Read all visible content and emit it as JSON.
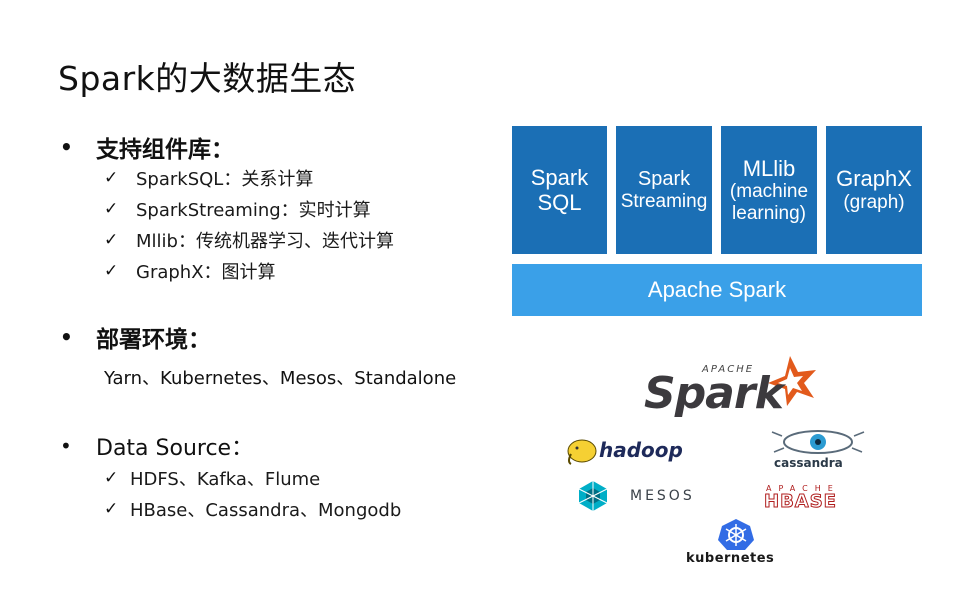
{
  "title": "Spark的大数据生态",
  "sections": {
    "components": {
      "bullet": "•",
      "heading": "支持组件库：",
      "items": [
        "SparkSQL：关系计算",
        "SparkStreaming：实时计算",
        "Mllib：传统机器学习、迭代计算",
        "GraphX：图计算"
      ]
    },
    "deploy": {
      "bullet": "•",
      "heading": "部署环境：",
      "line": "Yarn、Kubernetes、Mesos、Standalone"
    },
    "datasource": {
      "bullet": "•",
      "heading": "Data Source：",
      "items": [
        "HDFS、Kafka、Flume",
        "HBase、Cassandra、Mongodb"
      ]
    }
  },
  "tick_symbol": "✓",
  "diagram": {
    "boxes": [
      {
        "lines": [
          "Spark",
          "SQL"
        ]
      },
      {
        "lines": [
          "Spark",
          "Streaming"
        ]
      },
      {
        "lines": [
          "MLlib",
          "(machine",
          "learning)"
        ]
      },
      {
        "lines": [
          "GraphX",
          "(graph)"
        ]
      }
    ],
    "base": "Apache Spark",
    "colors": {
      "box": "#1b6fb5",
      "base": "#3aa0e8"
    }
  },
  "logos": {
    "spark_apache": "APACHE",
    "spark": "Spark",
    "hadoop": "hadoop",
    "cassandra": "cassandra",
    "mesos": "MESOS",
    "hbase_apache": "APACHE",
    "hbase": "HBASE",
    "kubernetes": "kubernetes"
  }
}
